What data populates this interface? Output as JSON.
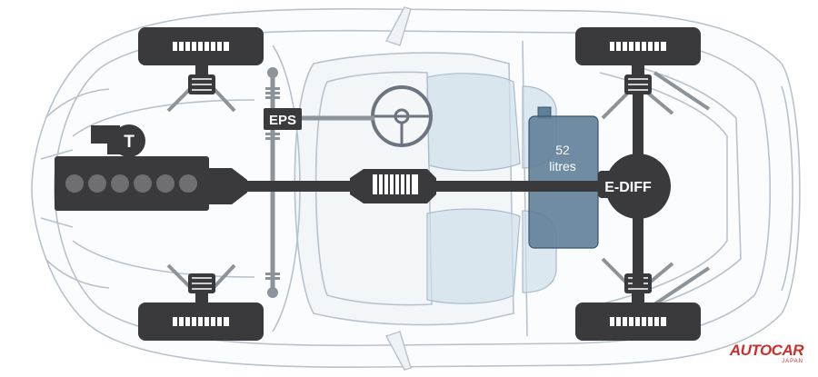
{
  "labels": {
    "turbo": "T",
    "eps": "EPS",
    "fuel_capacity": "52",
    "fuel_unit": "litres",
    "ediff": "E-DIFF"
  },
  "brand": {
    "name": "AUTOCAR",
    "sub": "JAPAN"
  },
  "colors": {
    "outline": "#b8c2cc",
    "drivetrain": "#3a3a3c",
    "tank": "#5f7f99",
    "seats": "#cfe0ea",
    "brand": "#c9302c"
  },
  "engine": {
    "cylinders": 6
  }
}
